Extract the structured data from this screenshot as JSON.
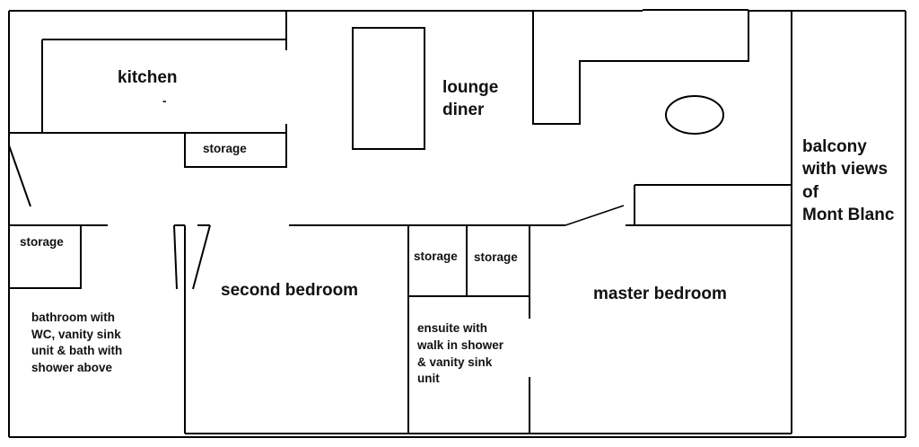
{
  "rooms": {
    "kitchen": "kitchen",
    "kitchen_mark": "-",
    "lounge": [
      "lounge",
      "diner"
    ],
    "balcony": [
      "balcony",
      "with views",
      "of",
      "Mont Blanc"
    ],
    "second_bedroom": "second bedroom",
    "master_bedroom": "master bedroom",
    "bathroom": [
      "bathroom with",
      "WC, vanity sink",
      "unit & bath with",
      "shower above"
    ],
    "ensuite": [
      "ensuite with",
      "walk in shower",
      "& vanity sink",
      "unit"
    ]
  },
  "storage": {
    "kitchen": "storage",
    "hall": "storage",
    "middle_left": "storage",
    "middle_right": "storage"
  },
  "style": {
    "line_color": "#000000",
    "background": "#ffffff"
  }
}
